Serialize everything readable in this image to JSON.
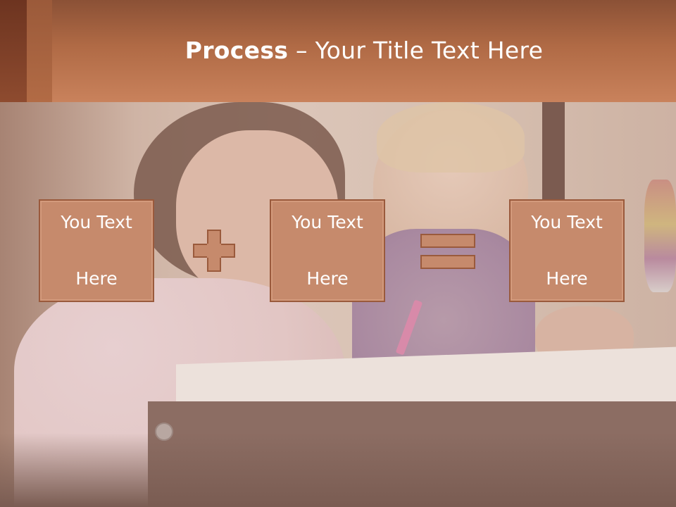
{
  "slide": {
    "title_bold": "Process",
    "title_rest": " – Your Title Text Here",
    "boxes": [
      {
        "line1": "You Text",
        "line2": "Here"
      },
      {
        "line1": "You Text",
        "line2": "Here"
      },
      {
        "line1": "You Text",
        "line2": "Here"
      }
    ],
    "operators": [
      "plus-icon",
      "equals-icon"
    ]
  },
  "colors": {
    "header": "#b06a45",
    "box_fill": "#c68a6c",
    "box_border": "#9a5a3c",
    "text": "#ffffff"
  }
}
